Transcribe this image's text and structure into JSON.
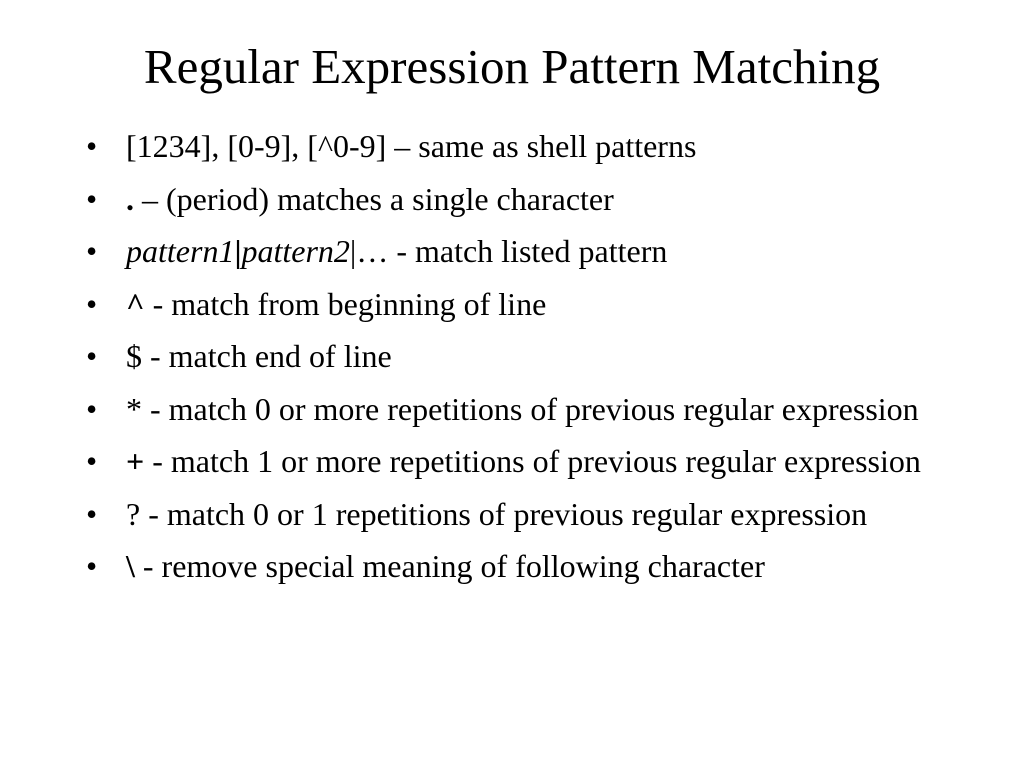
{
  "slide": {
    "title": "Regular Expression Pattern Matching",
    "bullet_char": "•",
    "bullets": [
      {
        "symbol": "",
        "text": "[1234], [0-9], [^0-9] – same as shell patterns"
      },
      {
        "symbol": ".",
        "text": " – (period) matches a single character"
      },
      {
        "symbol_parts": [
          "pattern1",
          "|",
          "pattern2",
          "|…"
        ],
        "text": " - match listed pattern"
      },
      {
        "symbol": "^",
        "text": " - match from beginning of line"
      },
      {
        "symbol": "",
        "text": "$ - match end of line"
      },
      {
        "symbol": "",
        "text": "* - match 0 or more repetitions of previous regular expression"
      },
      {
        "symbol": "+",
        "text": " - match 1 or more repetitions of previous regular expression"
      },
      {
        "symbol": "",
        "text": "? - match 0 or 1 repetitions of previous regular expression"
      },
      {
        "symbol": "\\",
        "text": " - remove special meaning of following character"
      }
    ]
  }
}
